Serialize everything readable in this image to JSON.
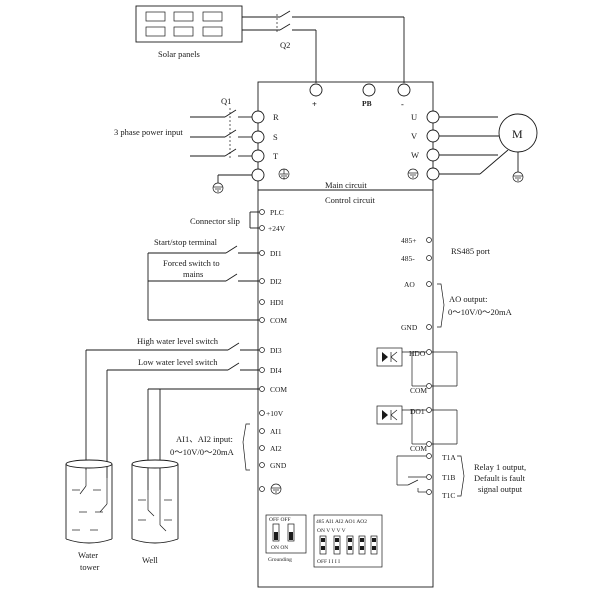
{
  "solar": {
    "label": "Solar panels",
    "switch": "Q2"
  },
  "dc_bus": {
    "plus": "+",
    "pb": "PB",
    "minus": "-"
  },
  "power_in": {
    "switch": "Q1",
    "label": "3 phase power input",
    "terminals": [
      "R",
      "S",
      "T"
    ]
  },
  "motor": {
    "symbol": "M",
    "terminals": [
      "U",
      "V",
      "W"
    ]
  },
  "circuits": {
    "main": "Main circuit",
    "control": "Control circuit"
  },
  "left_terminals": {
    "plc": "PLC",
    "p24": "+24V",
    "di1": "DI1",
    "di2": "DI2",
    "hdi": "HDI",
    "com1": "COM",
    "di3": "DI3",
    "di4": "DI4",
    "com2": "COM",
    "p10": "+10V",
    "ai1": "AI1",
    "ai2": "AI2",
    "gnd": "GND"
  },
  "left_labels": {
    "connector_slip": "Connector slip",
    "start_stop": "Start/stop terminal",
    "forced_line1": "Forced switch to",
    "forced_line2": "mains",
    "high_water": "High water level switch",
    "low_water": "Low water level switch",
    "ai_line1": "AI1、AI2 input:",
    "ai_line2": "0～10V/0～20mA"
  },
  "right_terminals": {
    "r485p": "485+",
    "r485n": "485-",
    "ao": "AO",
    "gnd": "GND",
    "hdo": "HDO",
    "com1": "COM",
    "do1": "DO1",
    "com2": "COM",
    "t1a": "T1A",
    "t1b": "T1B",
    "t1c": "T1C"
  },
  "right_labels": {
    "rs485": "RS485 port",
    "ao_line1": "AO output:",
    "ao_line2": "0～10V/0～20mA",
    "relay_line1": "Relay 1 output,",
    "relay_line2": "Default is fault",
    "relay_line3": "signal output"
  },
  "grounding": {
    "top": "OFF OFF",
    "bottom": "ON  ON",
    "label": "Grounding"
  },
  "dip": {
    "header": "485 AI1 AI2 AO1 AO2",
    "row1": "ON   V    V    V    V",
    "row2": "OFF  I    I    I    I"
  },
  "tanks": {
    "water_tower_line1": "Water",
    "water_tower_line2": "tower",
    "well": "Well"
  }
}
